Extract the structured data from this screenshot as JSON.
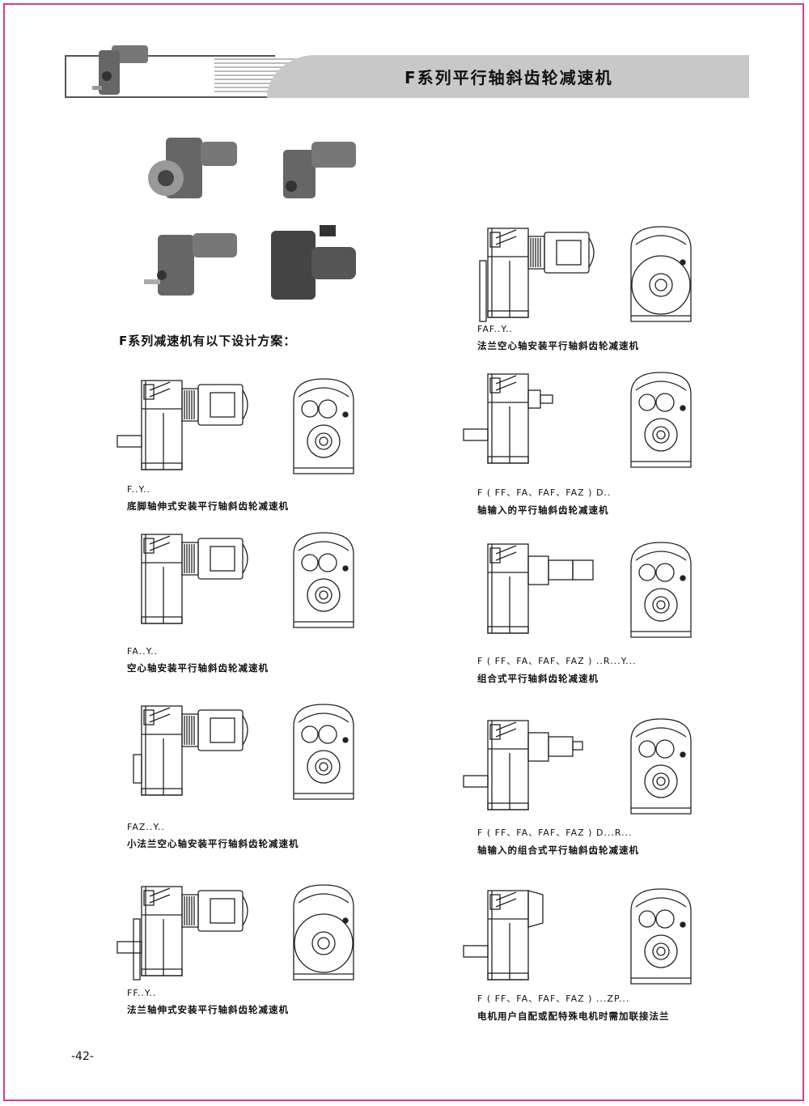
{
  "header": {
    "title": "F系列平行轴斜齿轮减速机"
  },
  "intro": "F系列减速机有以下设计方案：",
  "left_items": [
    {
      "code": "F..Y..",
      "desc": "底脚轴伸式安装平行轴斜齿轮减速机",
      "variant": "foot-shaft"
    },
    {
      "code": "FA..Y..",
      "desc": "空心轴安装平行轴斜齿轮减速机",
      "variant": "hollow"
    },
    {
      "code": "FAZ..Y..",
      "desc": "小法兰空心轴安装平行轴斜齿轮减速机",
      "variant": "small-flange"
    },
    {
      "code": "FF..Y..",
      "desc": "法兰轴伸式安装平行轴斜齿轮减速机",
      "variant": "flange-shaft"
    }
  ],
  "right_items": [
    {
      "code": "FAF..Y..",
      "desc": "法兰空心轴安装平行轴斜齿轮减速机",
      "variant": "flange-hollow"
    },
    {
      "code": "F ( FF、FA、FAF、FAZ ) D..",
      "desc": "轴输入的平行轴斜齿轮减速机",
      "variant": "shaft-input"
    },
    {
      "code": "F ( FF、FA、FAF、FAZ ) ..R...Y...",
      "desc": "组合式平行轴斜齿轮减速机",
      "variant": "combined"
    },
    {
      "code": "F ( FF、FA、FAF、FAZ ) D...R...",
      "desc": "轴输入的组合式平行轴斜齿轮减速机",
      "variant": "shaft-combined"
    },
    {
      "code": "F ( FF、FA、FAF、FAZ ) ...ZP...",
      "desc": "电机用户自配或配特殊电机时需加联接法兰",
      "variant": "adapter"
    }
  ],
  "page_number": "-42-"
}
